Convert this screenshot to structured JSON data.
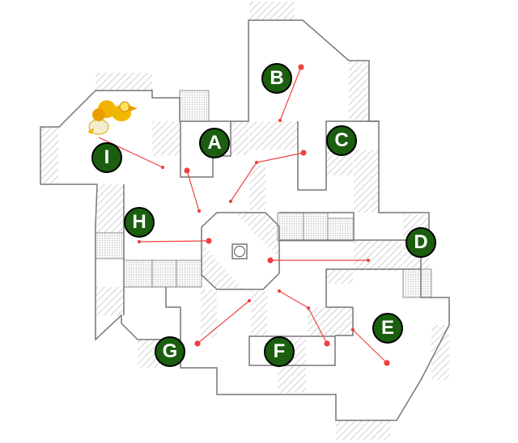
{
  "map": {
    "markers": [
      {
        "id": "A",
        "label": "A"
      },
      {
        "id": "B",
        "label": "B"
      },
      {
        "id": "C",
        "label": "C"
      },
      {
        "id": "D",
        "label": "D"
      },
      {
        "id": "E",
        "label": "E"
      },
      {
        "id": "F",
        "label": "F"
      },
      {
        "id": "G",
        "label": "G"
      },
      {
        "id": "H",
        "label": "H"
      },
      {
        "id": "I",
        "label": "I"
      }
    ],
    "colors": {
      "marker": "#1b5e10",
      "route": "#f04040",
      "wall": "#777777",
      "hatch": "#cccccc",
      "grid": "#999999"
    },
    "icons": {
      "player": "golden-creature-icon",
      "objective": "octagon-center-icon"
    }
  }
}
